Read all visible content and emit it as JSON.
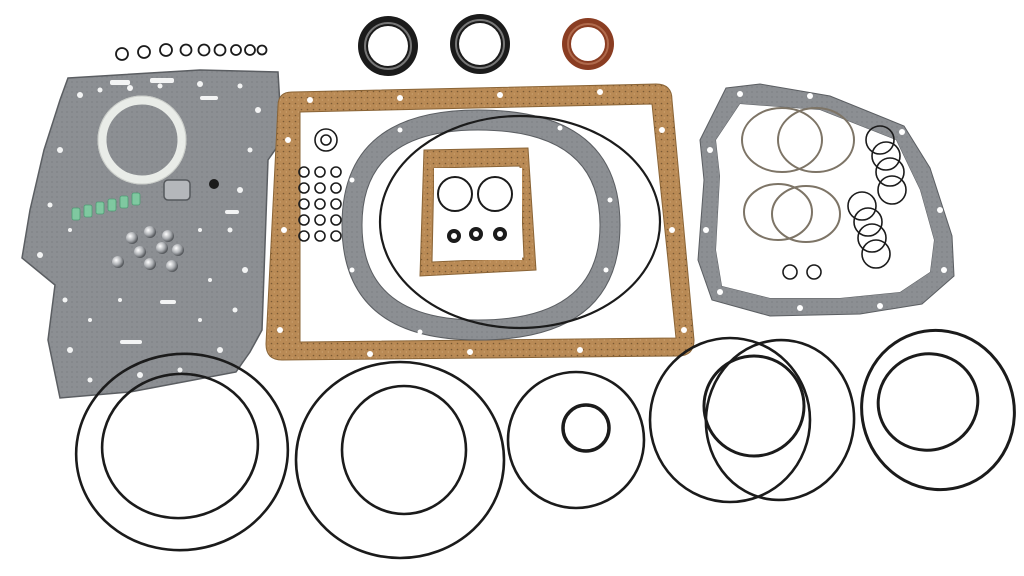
{
  "colors": {
    "background": "#ffffff",
    "gasket_gray": "#8c8f93",
    "gasket_edge": "#5b5e62",
    "cork": "#b98a55",
    "cork_speck": "#7a5a35",
    "rubber": "#1b1b1b",
    "seal_brown": "#8a3d22",
    "steel": "#c9cbcf",
    "teflon": "#e9ece8",
    "green_seal": "#7fc8a0"
  },
  "parts": {
    "valve_body_gasket": "valve-body-separator-gasket",
    "oil_pan_gasket": "cork-oil-pan-gasket",
    "pump_gasket": "pump-housing-gasket",
    "extension_gasket": "extension-housing-gasket",
    "front_seals": 3,
    "large_o_rings": 6
  }
}
